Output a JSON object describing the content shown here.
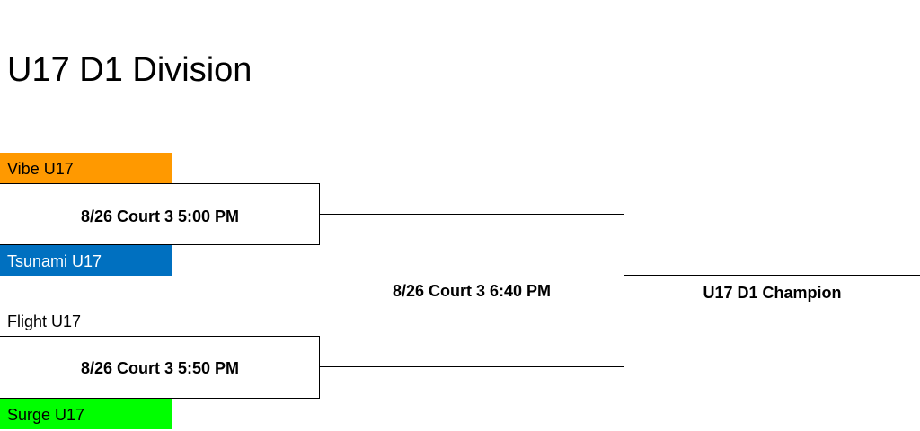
{
  "title": "U17 D1 Division",
  "teams": [
    {
      "name": "Vibe U17",
      "color": "#FF9900"
    },
    {
      "name": "Tsunami U17",
      "color": "#0070C0",
      "text_color": "#FFFFFF"
    },
    {
      "name": "Flight U17",
      "color": "#FFFFFF"
    },
    {
      "name": "Surge U17",
      "color": "#00FF00"
    }
  ],
  "games": {
    "semifinal_1": "8/26 Court 3 5:00 PM",
    "semifinal_2": "8/26 Court 3 5:50 PM",
    "final": "8/26 Court 3 6:40 PM"
  },
  "champion_label": "U17 D1 Champion"
}
